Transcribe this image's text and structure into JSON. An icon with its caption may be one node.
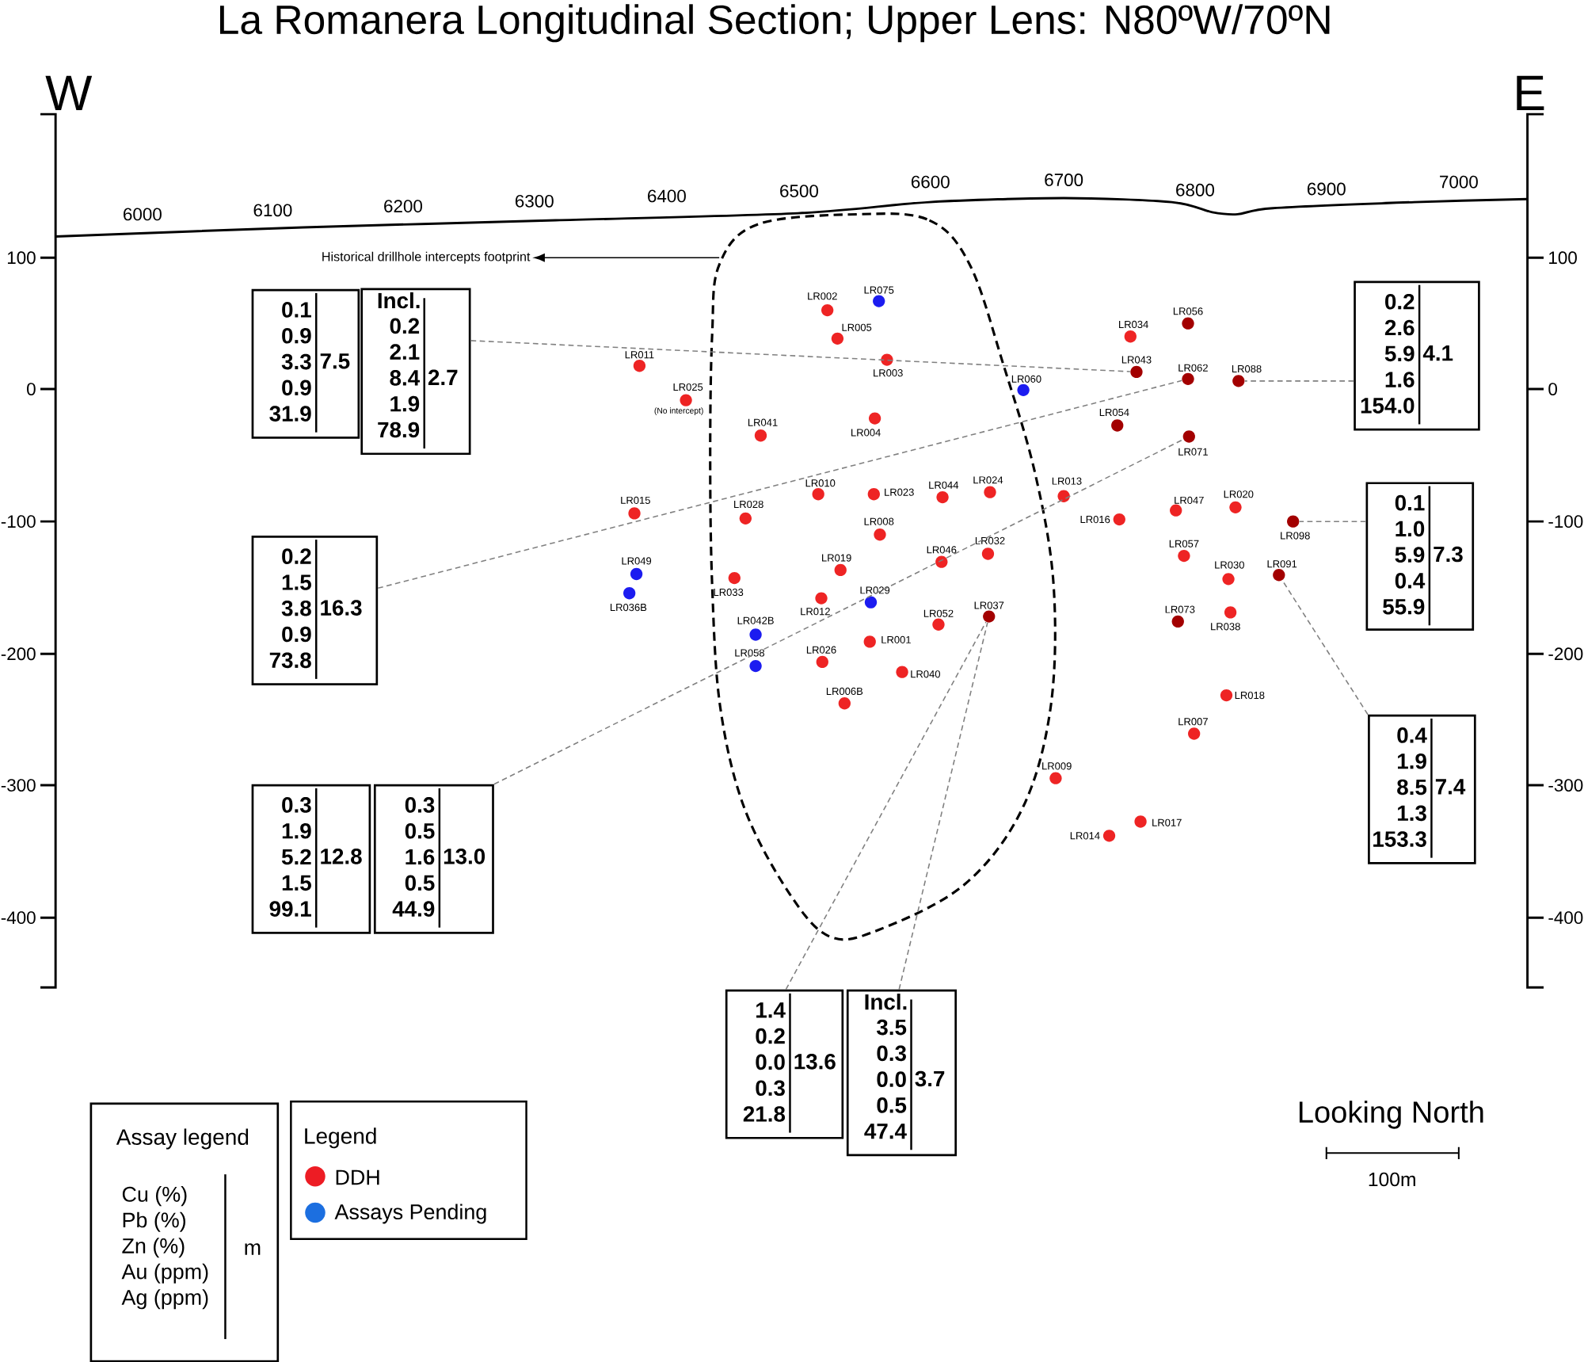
{
  "diagram": {
    "title": "La Romanera Longitudinal Section; Upper Lens: N80ºW/70ºN",
    "nodes": [
      {
        "text": [
          "Historical drillhole intercepts footprint"
        ]
      },
      {
        "text": [
          "0.1",
          "0.9",
          "3.3",
          "0.9",
          "31.9",
          "7.5"
        ]
      },
      {
        "text": [
          "Incl.",
          "0.2",
          "2.1",
          "8.4",
          "1.9",
          "78.9",
          "2.7"
        ]
      },
      {
        "text": [
          "0.2",
          "2.6",
          "5.9",
          "1.6",
          "154.0",
          "4.1"
        ]
      },
      {
        "text": [
          "0.2",
          "1.5",
          "3.8",
          "0.9",
          "73.8",
          "16.3"
        ]
      },
      {
        "text": [
          "0.1",
          "1.0",
          "5.9",
          "0.4",
          "55.9",
          "7.3"
        ]
      },
      {
        "text": [
          "0.4",
          "1.9",
          "8.5",
          "1.3",
          "153.3",
          "7.4"
        ]
      },
      {
        "text": [
          "0.3",
          "1.9",
          "5.2",
          "1.5",
          "99.1",
          "12.8"
        ]
      },
      {
        "text": [
          "0.3",
          "0.5",
          "1.6",
          "0.5",
          "44.9",
          "13.0"
        ]
      },
      {
        "text": [
          "1.4",
          "0.2",
          "0.0",
          "0.3",
          "21.8",
          "13.6"
        ]
      },
      {
        "text": [
          "Incl.",
          "3.5",
          "0.3",
          "0.0",
          "0.5",
          "47.4",
          "3.7"
        ]
      },
      {
        "text": [
          "Assay legend",
          "Cu (%)",
          "Pb (%)",
          "Zn (%)",
          "Au (ppm)",
          "Ag (ppm)",
          "m"
        ]
      },
      {
        "text": [],
        "shape": "circle",
        "beside": [
          "LR002"
        ]
      },
      {
        "text": [],
        "shape": "circle",
        "beside": [
          "LR075"
        ]
      },
      {
        "text": [],
        "shape": "circle",
        "beside": [
          "LR005"
        ]
      },
      {
        "text": [],
        "shape": "circle",
        "beside": [
          "LR003"
        ]
      },
      {
        "text": [],
        "shape": "circle",
        "beside": [
          "LR011"
        ]
      },
      {
        "text": [],
        "shape": "circle",
        "beside": [
          "LR025",
          "(No intercept)"
        ]
      },
      {
        "text": [],
        "shape": "circle",
        "beside": [
          "LR041"
        ]
      },
      {
        "text": [],
        "shape": "circle",
        "beside": [
          "LR004"
        ]
      },
      {
        "text": [],
        "shape": "circle",
        "beside": [
          "LR060"
        ]
      },
      {
        "text": [],
        "shape": "circle",
        "beside": [
          "LR034"
        ]
      },
      {
        "text": [],
        "shape": "circle",
        "beside": [
          "LR056"
        ]
      },
      {
        "text": [],
        "shape": "circle",
        "beside": [
          "LR043"
        ]
      },
      {
        "text": [],
        "shape": "circle",
        "beside": [
          "LR062"
        ]
      },
      {
        "text": [],
        "shape": "circle",
        "beside": [
          "LR088"
        ]
      },
      {
        "text": [],
        "shape": "circle",
        "beside": [
          "LR054"
        ]
      },
      {
        "text": [],
        "shape": "circle",
        "beside": [
          "LR071"
        ]
      },
      {
        "text": [],
        "shape": "circle",
        "beside": [
          "LR010"
        ]
      },
      {
        "text": [],
        "shape": "circle",
        "beside": [
          "LR023"
        ]
      },
      {
        "text": [],
        "shape": "circle",
        "beside": [
          "LR044"
        ]
      },
      {
        "text": [],
        "shape": "circle",
        "beside": [
          "LR024"
        ]
      },
      {
        "text": [],
        "shape": "circle",
        "beside": [
          "LR013"
        ]
      },
      {
        "text": [],
        "shape": "circle",
        "beside": [
          "LR015"
        ]
      },
      {
        "text": [],
        "shape": "circle",
        "beside": [
          "LR028"
        ]
      },
      {
        "text": [],
        "shape": "circle",
        "beside": [
          "LR016"
        ]
      },
      {
        "text": [],
        "shape": "circle",
        "beside": [
          "LR047"
        ]
      },
      {
        "text": [],
        "shape": "circle",
        "beside": [
          "LR020"
        ]
      },
      {
        "text": [],
        "shape": "circle",
        "beside": [
          "LR098"
        ]
      },
      {
        "text": [],
        "shape": "circle",
        "beside": [
          "LR008"
        ]
      },
      {
        "text": [],
        "shape": "circle",
        "beside": [
          "LR046"
        ]
      },
      {
        "text": [],
        "shape": "circle",
        "beside": [
          "LR032"
        ]
      },
      {
        "text": [],
        "shape": "circle",
        "beside": [
          "LR057"
        ]
      },
      {
        "text": [],
        "shape": "circle",
        "beside": [
          "LR030"
        ]
      },
      {
        "text": [],
        "shape": "circle",
        "beside": [
          "LR091"
        ]
      },
      {
        "text": [],
        "shape": "circle",
        "beside": [
          "LR019"
        ]
      },
      {
        "text": [],
        "shape": "circle",
        "beside": [
          "LR033"
        ]
      },
      {
        "text": [],
        "shape": "circle",
        "beside": [
          "LR049"
        ]
      },
      {
        "text": [],
        "shape": "circle",
        "beside": [
          "LR036B"
        ]
      },
      {
        "text": [],
        "shape": "circle",
        "beside": [
          "LR012"
        ]
      },
      {
        "text": [],
        "shape": "circle",
        "beside": [
          "LR029"
        ]
      },
      {
        "text": [],
        "shape": "circle",
        "beside": [
          "LR052"
        ]
      },
      {
        "text": [],
        "shape": "circle",
        "beside": [
          "LR037"
        ]
      },
      {
        "text": [],
        "shape": "circle",
        "beside": [
          "LR073"
        ]
      },
      {
        "text": [],
        "shape": "circle",
        "beside": [
          "LR038"
        ]
      },
      {
        "text": [],
        "shape": "circle",
        "beside": [
          "LR042B"
        ]
      },
      {
        "text": [],
        "shape": "circle",
        "beside": [
          "LR001"
        ]
      },
      {
        "text": [],
        "shape": "circle",
        "beside": [
          "LR058"
        ]
      },
      {
        "text": [],
        "shape": "circle",
        "beside": [
          "LR026"
        ]
      },
      {
        "text": [],
        "shape": "circle",
        "beside": [
          "LR040"
        ]
      },
      {
        "text": [],
        "shape": "circle",
        "beside": [
          "LR006B"
        ]
      },
      {
        "text": [],
        "shape": "circle",
        "beside": [
          "LR018"
        ]
      },
      {
        "text": [],
        "shape": "circle",
        "beside": [
          "LR007"
        ]
      },
      {
        "text": [],
        "shape": "circle",
        "beside": [
          "LR009"
        ]
      },
      {
        "text": [],
        "shape": "circle",
        "beside": [
          "LR017"
        ]
      },
      {
        "text": [],
        "shape": "circle",
        "beside": [
          "LR014"
        ]
      }
    ],
    "edges": [
      {
        "from": null,
        "to": 0,
        "arrow": "to",
        "color": "#000000"
      },
      {
        "from": 2,
        "to": 23,
        "arrow": "none",
        "style": "dashed"
      },
      {
        "from": 4,
        "to": 24,
        "arrow": "none",
        "style": "dashed"
      },
      {
        "from": 8,
        "to": 27,
        "arrow": "none",
        "style": "dashed"
      },
      {
        "from": 3,
        "to": 25,
        "arrow": "none",
        "style": "dashed"
      },
      {
        "from": 5,
        "to": 38,
        "arrow": "none",
        "style": "dashed"
      },
      {
        "from": 6,
        "to": 44,
        "arrow": "none",
        "style": "dashed"
      },
      {
        "from": 9,
        "to": 52,
        "arrow": "none",
        "style": "dashed"
      },
      {
        "from": 10,
        "to": 52,
        "arrow": "none",
        "style": "dashed"
      }
    ],
    "labels": [
      "W",
      "E",
      "6000",
      "6100",
      "6200",
      "6300",
      "6400",
      "6500",
      "6600",
      "6700",
      "6800",
      "6900",
      "7000",
      "100",
      "100",
      "0",
      "0",
      "-100",
      "-100",
      "-200",
      "-200",
      "-300",
      "-300",
      "-400",
      "-400",
      "Legend",
      "Looking North",
      "100m"
    ],
    "legend": [
      {
        "text": "DDH",
        "color": "#ed1c24"
      },
      {
        "text": "Assays Pending",
        "color": "#1c6fe0"
      }
    ]
  }
}
